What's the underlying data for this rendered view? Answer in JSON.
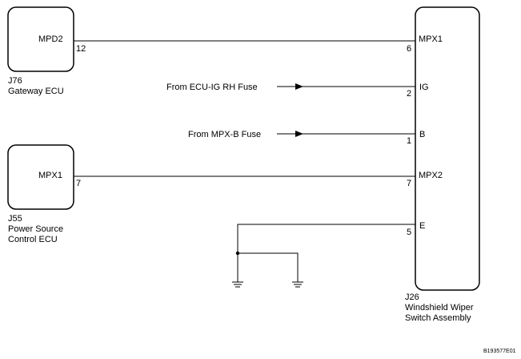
{
  "components": {
    "gateway_ecu": {
      "id": "J76",
      "name": "Gateway ECU",
      "pin_name": "MPD2",
      "pin_number": "12"
    },
    "power_source_ecu": {
      "id": "J55",
      "name_line1": "Power Source",
      "name_line2": "Control ECU",
      "pin_name": "MPX1",
      "pin_number": "7"
    },
    "wiper_switch": {
      "id": "J26",
      "name_line1": "Windshield Wiper",
      "name_line2": "Switch Assembly",
      "pins": [
        {
          "name": "MPX1",
          "number": "6"
        },
        {
          "name": "IG",
          "number": "2"
        },
        {
          "name": "B",
          "number": "1"
        },
        {
          "name": "MPX2",
          "number": "7"
        },
        {
          "name": "E",
          "number": "5"
        }
      ]
    }
  },
  "sources": {
    "ig_source": "From ECU-IG RH Fuse",
    "b_source": "From MPX-B Fuse"
  },
  "figure_code": "B193577E01"
}
